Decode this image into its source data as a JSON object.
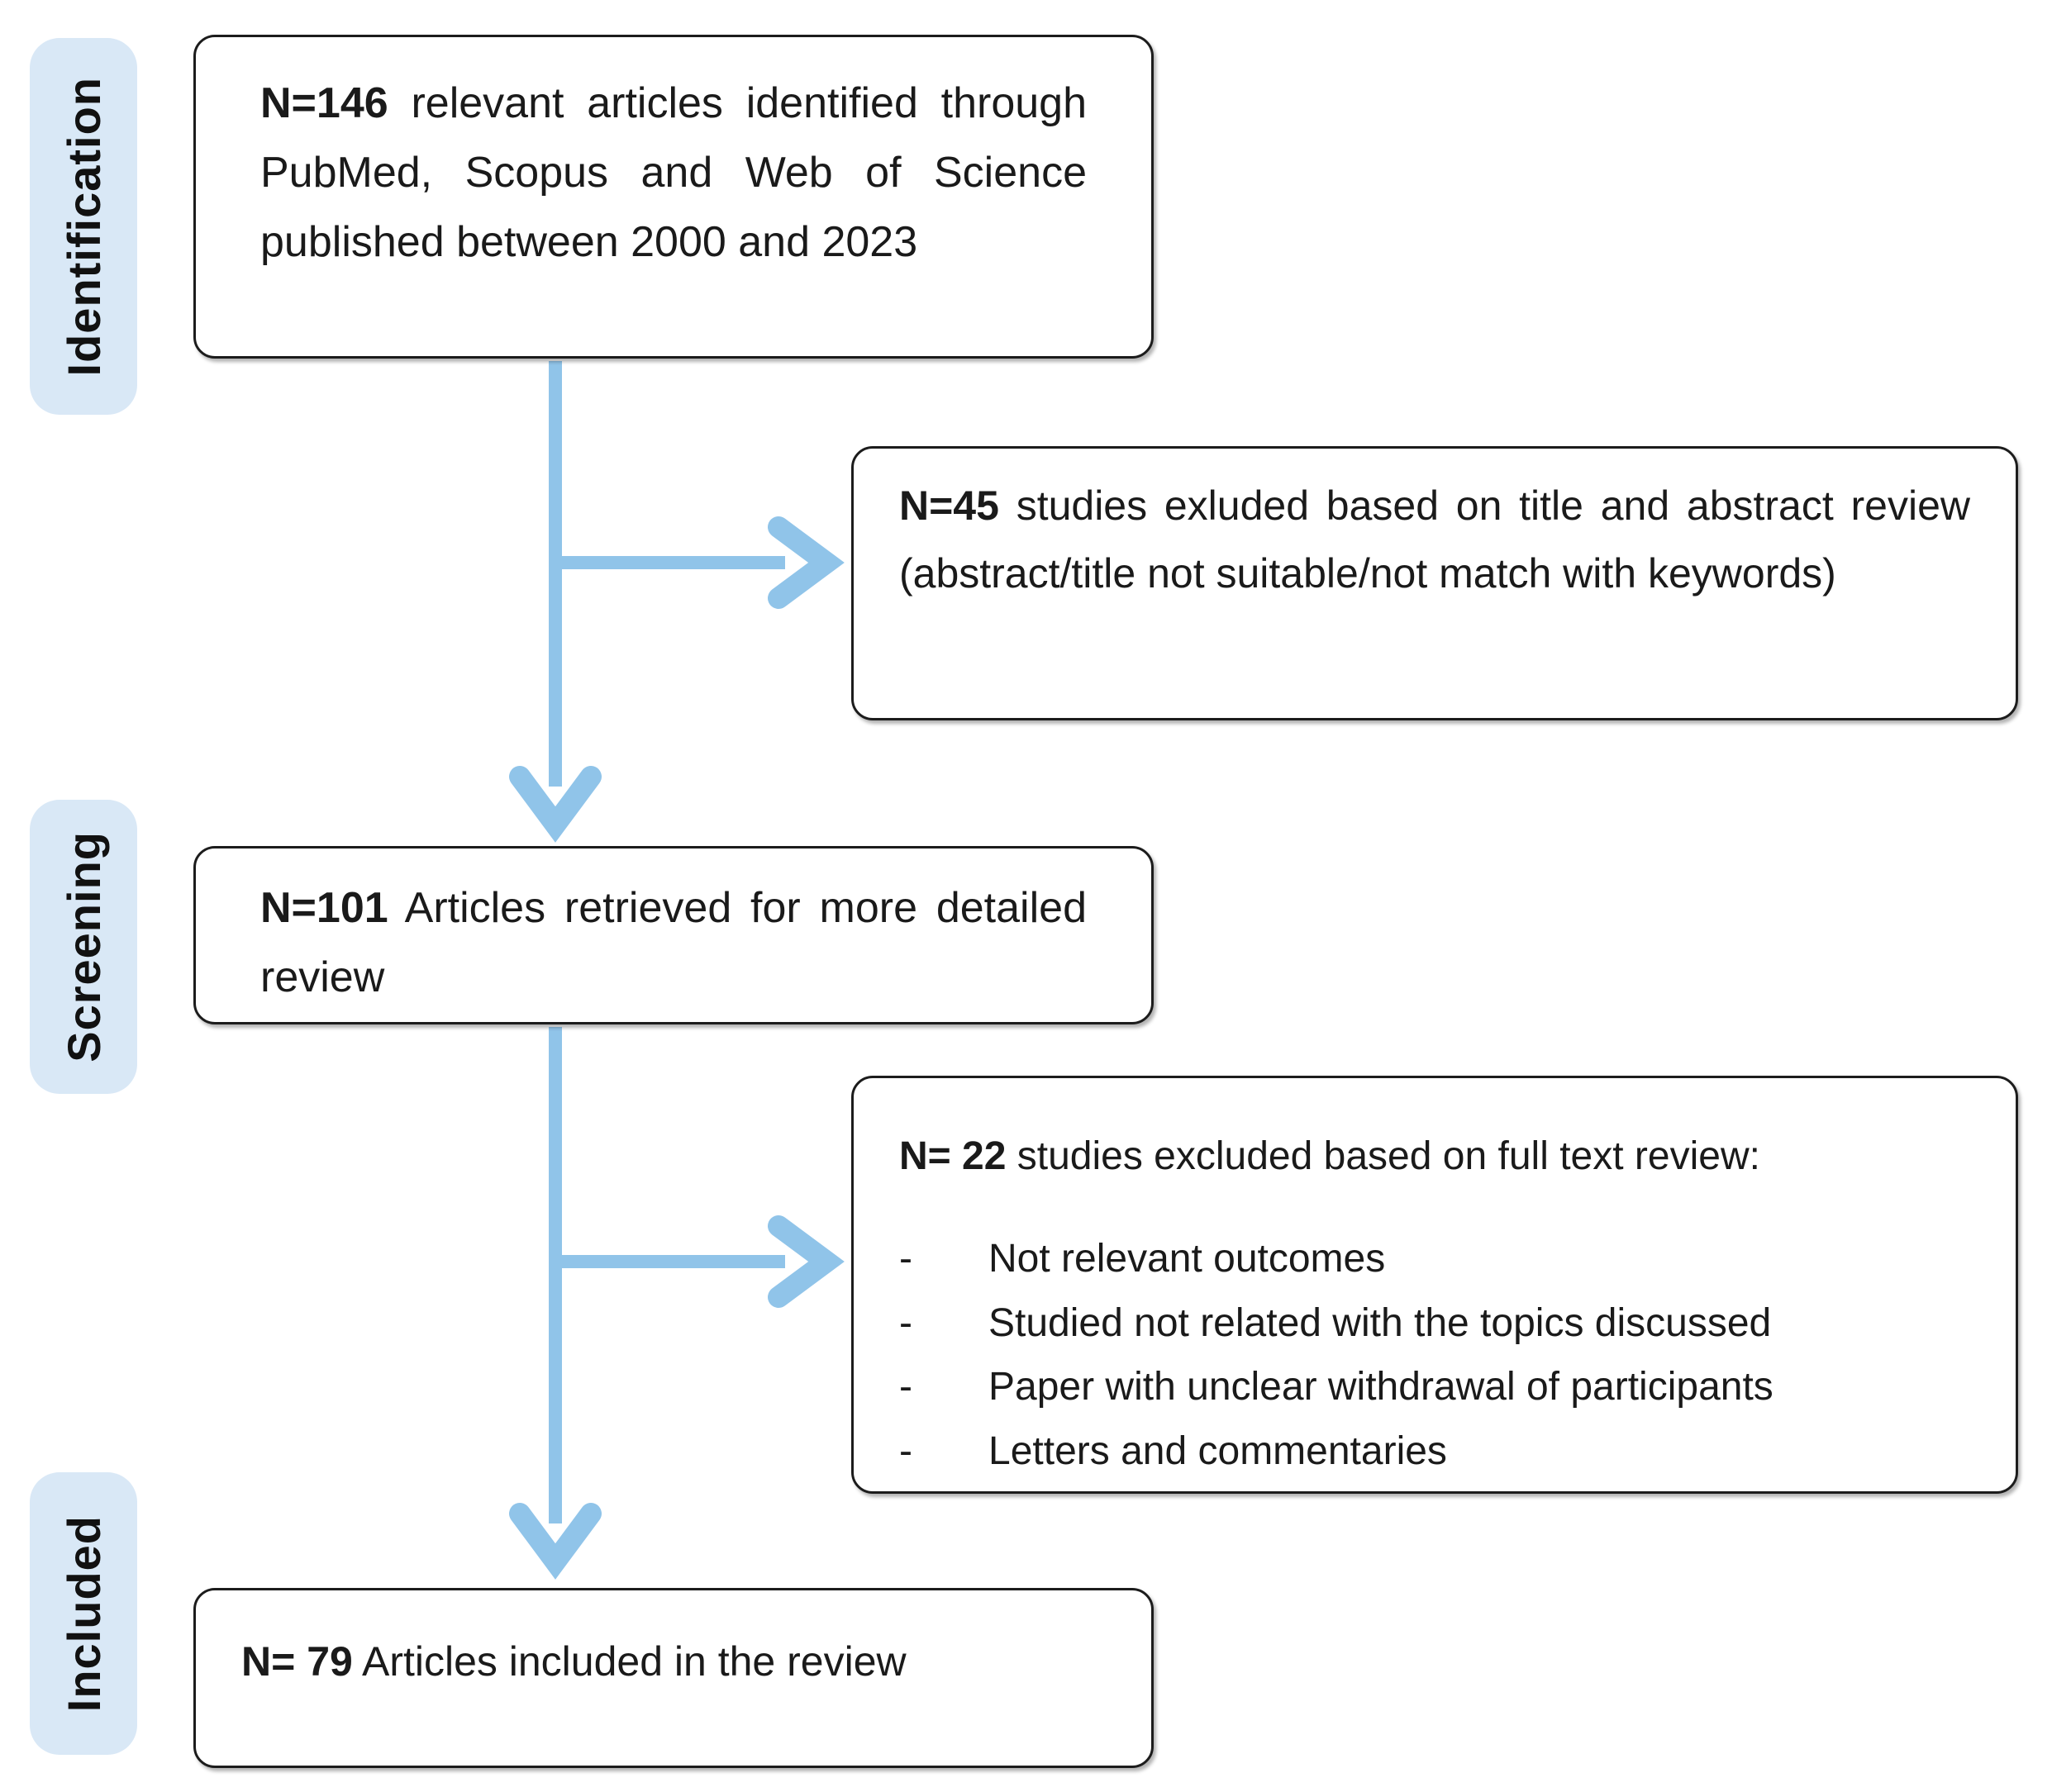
{
  "diagram": {
    "colors": {
      "phase_fill": "#d9e8f6",
      "arrow_blue": "#90c4e9",
      "box_border": "#1c1c1c",
      "text": "#1a1a1a"
    },
    "phases": [
      {
        "label": "Identification"
      },
      {
        "label": "Screening"
      },
      {
        "label": "Included"
      }
    ],
    "boxes": {
      "identified": {
        "n": "N=146",
        "text": " relevant articles identified through PubMed, Scopus and Web of Science published between 2000 and 2023"
      },
      "excluded_abstract": {
        "n": "N=45",
        "text": " studies exluded based on title and abstract review (abstract/title not suitable/not match with keywords)"
      },
      "retrieved": {
        "n": "N=101",
        "text": " Articles retrieved for more detailed review"
      },
      "excluded_fulltext": {
        "n": "N= 22",
        "text": " studies excluded based on full text review:",
        "bullet": "-",
        "reasons": [
          "Not relevant outcomes",
          "Studied not related with the topics discussed",
          "Paper with unclear withdrawal of participants",
          "Letters and commentaries"
        ]
      },
      "included": {
        "n": "N= 79",
        "text": " Articles included in the review"
      }
    }
  }
}
